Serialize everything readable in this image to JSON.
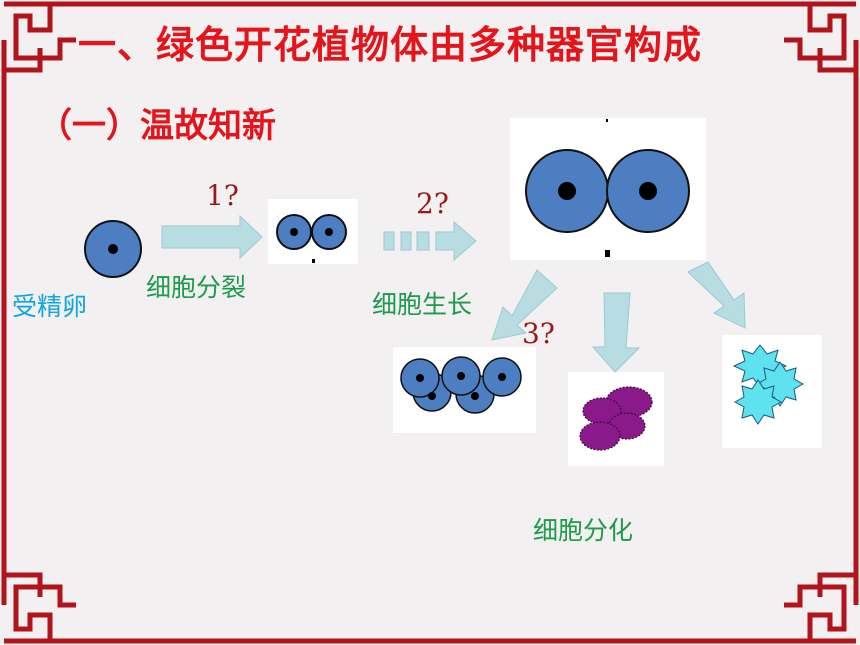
{
  "title": "一、绿色开花植物体由多种器官构成",
  "subtitle": "（一）温故知新",
  "labels": {
    "egg": "受精卵",
    "division": "细胞分裂",
    "growth": "细胞生长",
    "differentiation": "细胞分化"
  },
  "questions": {
    "q1": "1?",
    "q2": "2?",
    "q3": "3?"
  },
  "colors": {
    "title_red": "#e5141b",
    "frame_red": "#b3141c",
    "label_green": "#1e9a4c",
    "label_blue": "#12a6de",
    "question_red": "#9b1818",
    "cell_blue": "#4d7ec2",
    "muscle_purple": "#8a1a8a",
    "epidermal_cyan": "#5ee2ef",
    "arrow_fill": "#b7dde3"
  }
}
